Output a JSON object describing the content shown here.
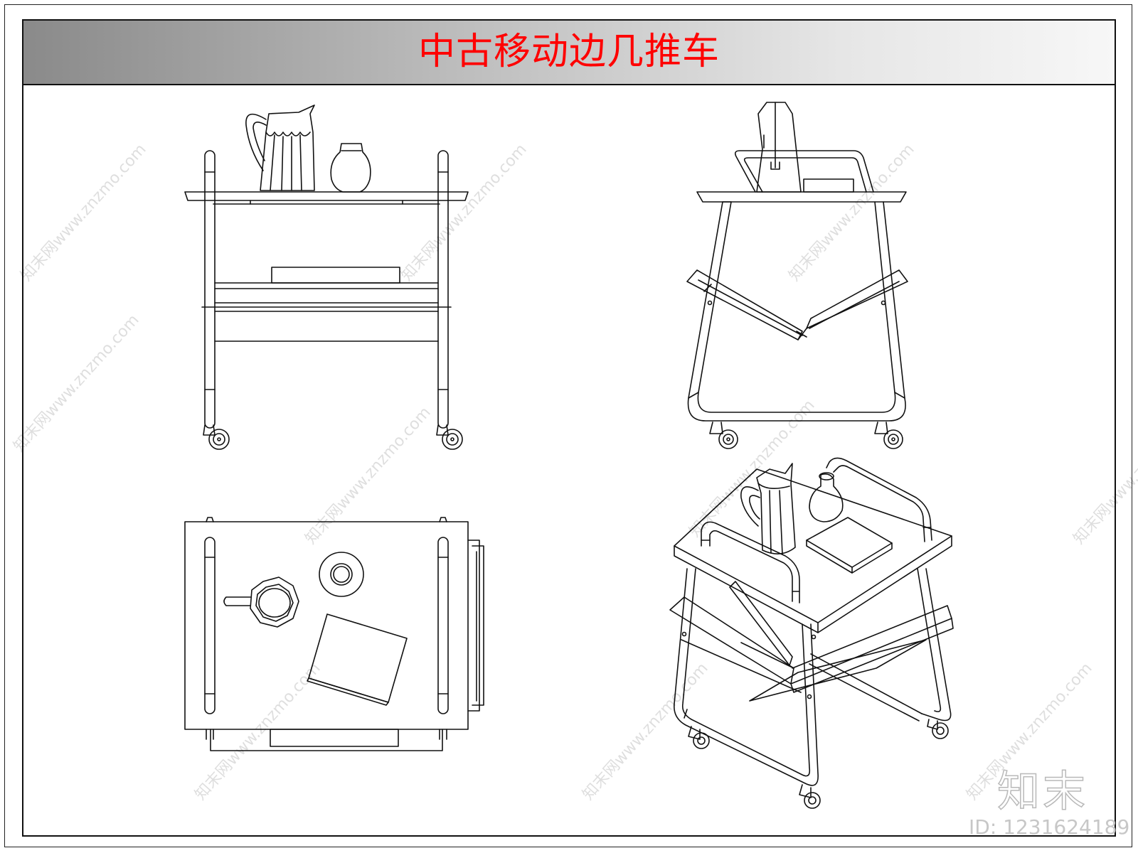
{
  "title": "中古移动边几推车",
  "watermark": {
    "text": "知末网www.znzmo.com",
    "logo": "知末",
    "id_label": "ID: 1231624189"
  },
  "views": {
    "front": "front-elevation",
    "side": "side-elevation",
    "top": "plan-view",
    "iso": "isometric-view"
  },
  "colors": {
    "title": "#ff0000",
    "line": "#111111",
    "title_bar_start": "#8a8a8a",
    "title_bar_end": "#f7f7f7"
  }
}
